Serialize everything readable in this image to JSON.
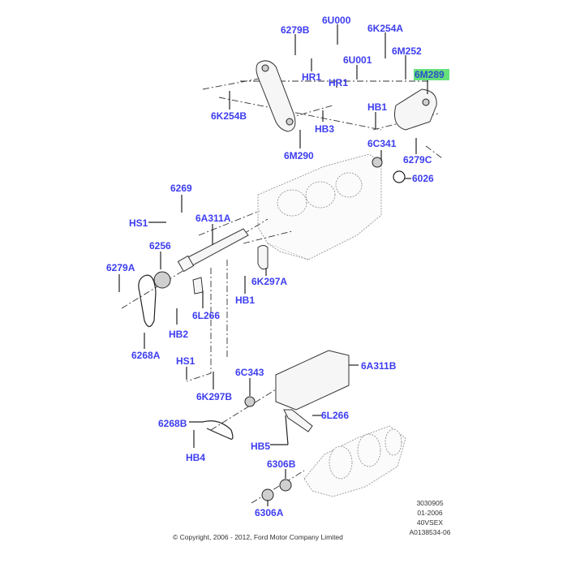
{
  "diagram": {
    "title": "Engine timing components exploded view",
    "highlight_color": "#66e07a",
    "label_color": "#3d3df0",
    "callouts": [
      {
        "id": "6279B",
        "text": "6279B"
      },
      {
        "id": "6U000",
        "text": "6U000"
      },
      {
        "id": "6K254A",
        "text": "6K254A"
      },
      {
        "id": "6M252",
        "text": "6M252"
      },
      {
        "id": "6M289",
        "text": "6M289",
        "highlighted": true
      },
      {
        "id": "HR1a",
        "text": "HR1"
      },
      {
        "id": "6U001",
        "text": "6U001"
      },
      {
        "id": "HR1b",
        "text": "HR1"
      },
      {
        "id": "6K254B",
        "text": "6K254B"
      },
      {
        "id": "HB1a",
        "text": "HB1"
      },
      {
        "id": "HB3",
        "text": "HB3"
      },
      {
        "id": "6M290",
        "text": "6M290"
      },
      {
        "id": "6C341",
        "text": "6C341"
      },
      {
        "id": "6279C",
        "text": "6279C"
      },
      {
        "id": "6026",
        "text": "6026"
      },
      {
        "id": "6269",
        "text": "6269"
      },
      {
        "id": "HS1a",
        "text": "HS1"
      },
      {
        "id": "6A311A",
        "text": "6A311A"
      },
      {
        "id": "6256",
        "text": "6256"
      },
      {
        "id": "6279A",
        "text": "6279A"
      },
      {
        "id": "6K297A",
        "text": "6K297A"
      },
      {
        "id": "HB1b",
        "text": "HB1"
      },
      {
        "id": "6L266a",
        "text": "6L266"
      },
      {
        "id": "HB2",
        "text": "HB2"
      },
      {
        "id": "6268A",
        "text": "6268A"
      },
      {
        "id": "HS1b",
        "text": "HS1"
      },
      {
        "id": "6C343",
        "text": "6C343"
      },
      {
        "id": "6A311B",
        "text": "6A311B"
      },
      {
        "id": "6K297B",
        "text": "6K297B"
      },
      {
        "id": "6L266b",
        "text": "6L266"
      },
      {
        "id": "6268B",
        "text": "6268B"
      },
      {
        "id": "HB5",
        "text": "HB5"
      },
      {
        "id": "HB4",
        "text": "HB4"
      },
      {
        "id": "6306B",
        "text": "6306B"
      },
      {
        "id": "6306A",
        "text": "6306A"
      }
    ],
    "info_block": [
      "3030905",
      "01-2006",
      "40VSEX",
      "A0138534-06"
    ],
    "copyright": "© Copyright, 2006 - 2012, Ford Motor Company Limited"
  }
}
